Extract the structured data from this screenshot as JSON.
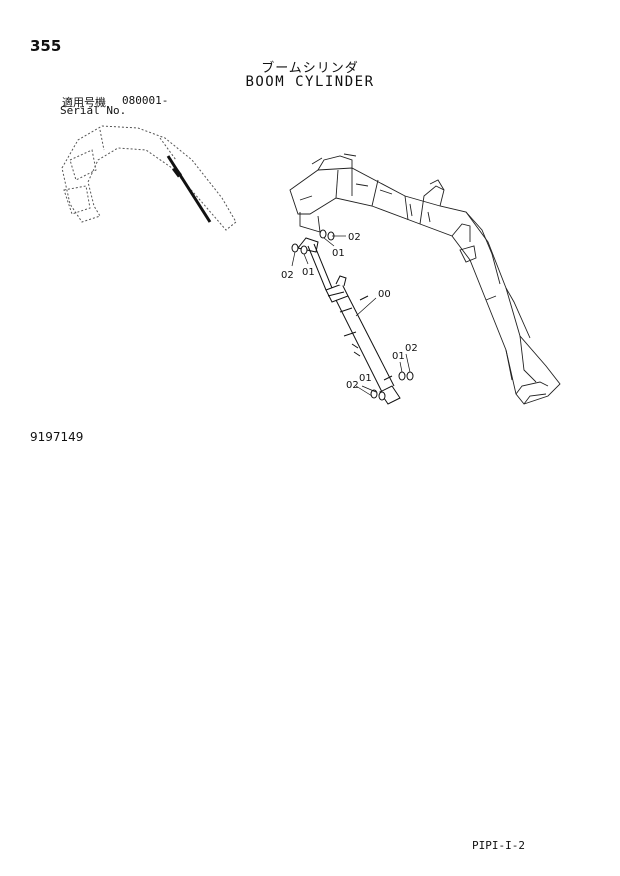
{
  "header": {
    "page_number": "355",
    "title_jp": "ブームシリンダ",
    "title_en": "BOOM CYLINDER"
  },
  "serial": {
    "label_jp": "適用号機",
    "value": "080001-",
    "label_en": "Serial No."
  },
  "callouts": {
    "c1": "02",
    "c2": "01",
    "c3": "02",
    "c4": "01",
    "c5": "00",
    "c6": "01",
    "c7": "02",
    "c8": "01",
    "c9": "02"
  },
  "footer": {
    "figure_number": "9197149",
    "page_code": "PIPI-I-2"
  }
}
